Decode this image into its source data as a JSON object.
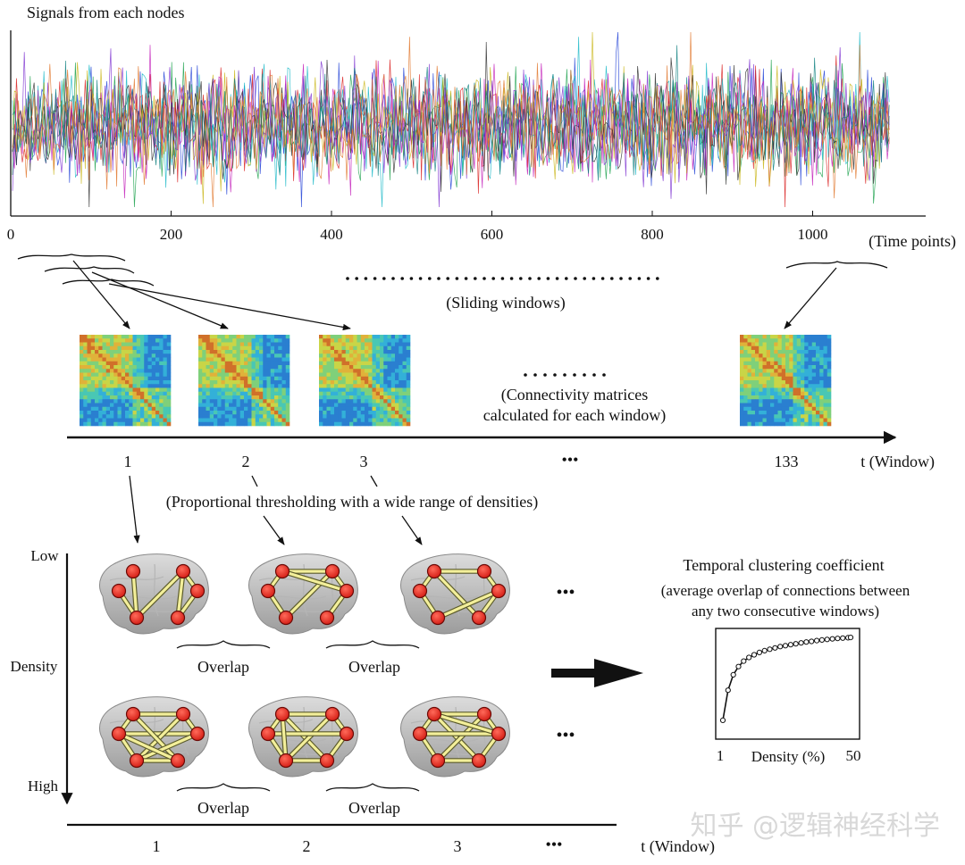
{
  "signals": {
    "title": "Signals from each nodes",
    "x_ticks": [
      "0",
      "200",
      "400",
      "600",
      "800",
      "1000"
    ],
    "x_unit": "(Time points)",
    "colors": [
      "#1f3fd6",
      "#19a04a",
      "#d81b1b",
      "#17b7c7",
      "#c21bb8",
      "#c9b515",
      "#2a2a2a",
      "#7b2fd0",
      "#0c7f7f",
      "#e0762a"
    ]
  },
  "sliding": {
    "label": "(Sliding windows)"
  },
  "matrices": {
    "ellipsis": "•••••••••",
    "caption_line1": "(Connectivity matrices",
    "caption_line2": "calculated for each window)",
    "axis_label": "t (Window)",
    "windows": [
      "1",
      "2",
      "3",
      "•••",
      "133"
    ]
  },
  "threshold": {
    "label": "(Proportional thresholding with a wide range of densities)"
  },
  "density": {
    "low": "Low",
    "label": "Density",
    "high": "High"
  },
  "overlap": {
    "label": "Overlap"
  },
  "row_ellipsis": "•••",
  "bottom_axis": {
    "label": "t (Window)",
    "windows": [
      "1",
      "2",
      "3",
      "•••"
    ]
  },
  "tcc": {
    "title": "Temporal clustering coefficient",
    "sub1": "(average overlap of connections between",
    "sub2": "any two consecutive windows)",
    "x_min_label": "1",
    "x_label": "Density (%)",
    "x_max_label": "50"
  },
  "chart_data": {
    "type": "line",
    "title": "",
    "xlabel": "Density (%)",
    "ylabel": "",
    "xlim": [
      1,
      50
    ],
    "x": [
      1,
      3,
      5,
      7,
      9,
      11,
      13,
      15,
      17,
      19,
      21,
      23,
      25,
      27,
      29,
      31,
      33,
      35,
      37,
      39,
      41,
      43,
      45,
      47,
      49,
      50
    ],
    "series": [
      {
        "values": [
          0.05,
          0.38,
          0.55,
          0.64,
          0.7,
          0.74,
          0.77,
          0.795,
          0.815,
          0.83,
          0.845,
          0.86,
          0.87,
          0.88,
          0.89,
          0.9,
          0.91,
          0.917,
          0.925,
          0.932,
          0.938,
          0.944,
          0.949,
          0.953,
          0.957,
          0.96
        ]
      }
    ],
    "grid": false,
    "markers": "open-circle"
  },
  "watermark": "知乎 @逻辑神经科学"
}
